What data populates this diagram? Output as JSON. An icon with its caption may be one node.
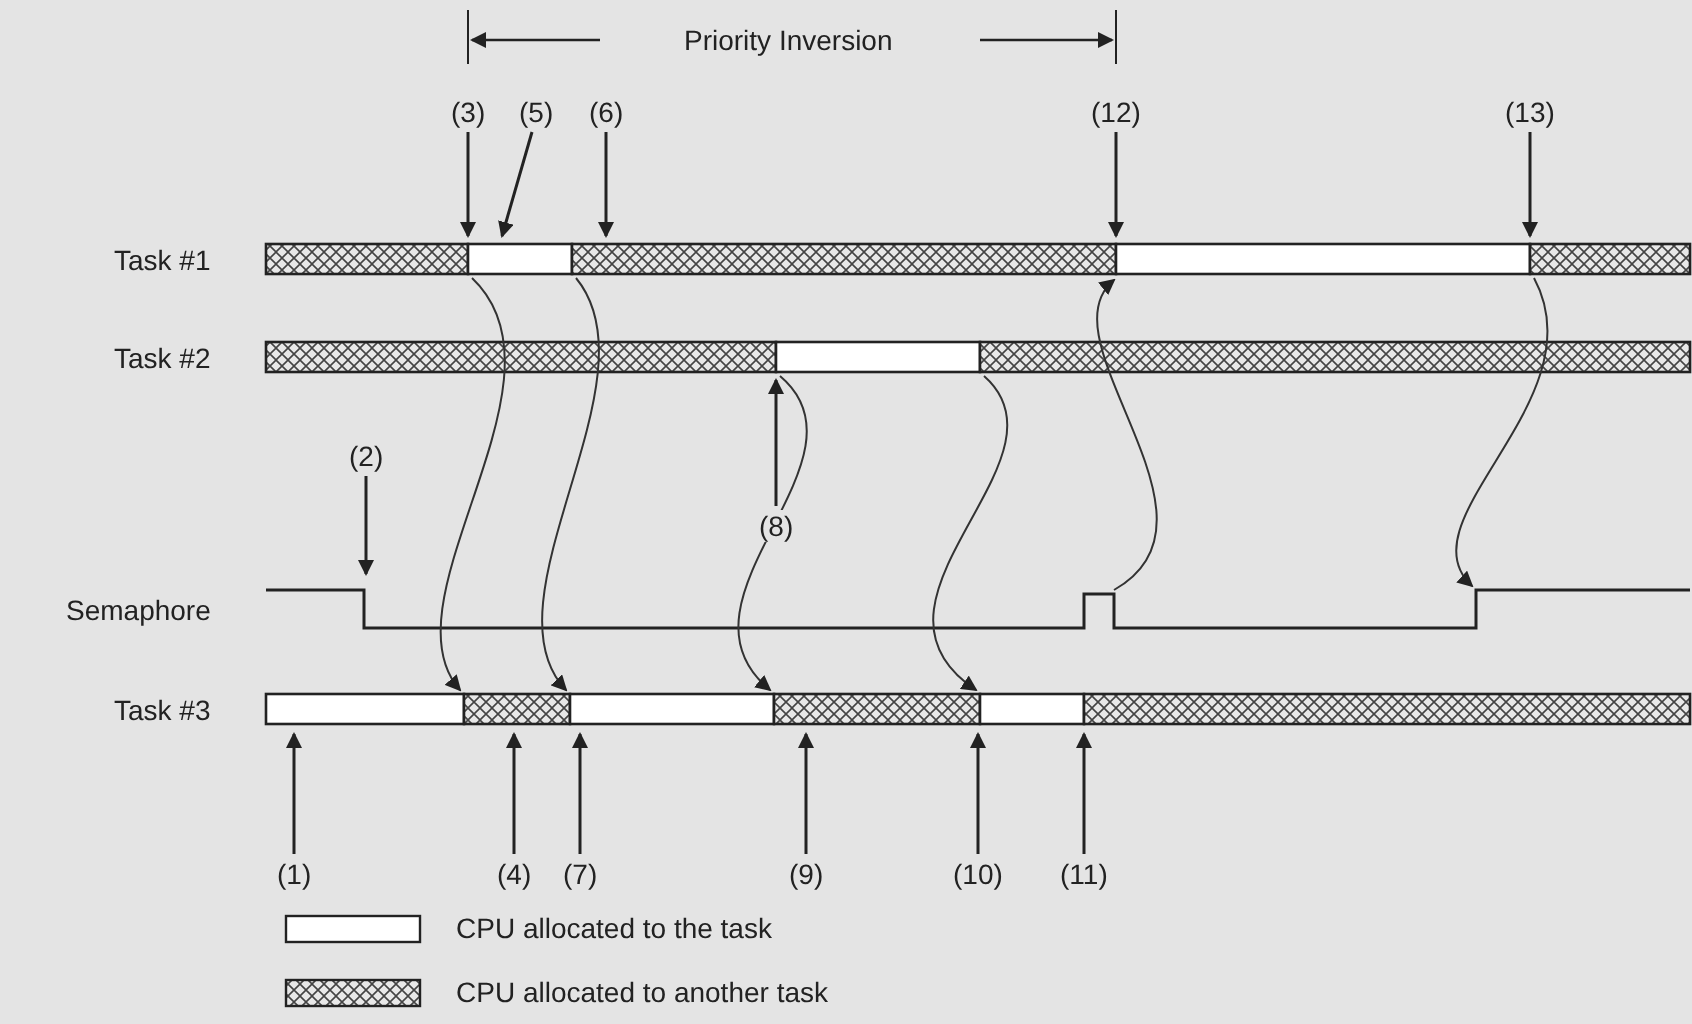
{
  "diagram": {
    "nodes": [
      {
        "text": [
          "(3)"
        ]
      },
      {
        "text": [
          "(5)"
        ]
      },
      {
        "text": [
          "(6)"
        ]
      },
      {
        "text": [
          "(12)"
        ]
      },
      {
        "text": [
          "(13)"
        ]
      },
      {
        "text": [
          "(2)"
        ]
      },
      {
        "text": [
          "(8)"
        ]
      },
      {
        "text": [
          "(1)"
        ]
      },
      {
        "text": [
          "(4)"
        ]
      },
      {
        "text": [
          "(7)"
        ]
      },
      {
        "text": [
          "(9)"
        ]
      },
      {
        "text": [
          "(10)"
        ]
      },
      {
        "text": [
          "(11)"
        ]
      }
    ],
    "edges": [
      {
        "from": 0,
        "to": null,
        "arrow": "to"
      },
      {
        "from": 1,
        "to": null,
        "arrow": "to"
      },
      {
        "from": 2,
        "to": null,
        "arrow": "to"
      },
      {
        "from": 3,
        "to": null,
        "arrow": "to"
      },
      {
        "from": 4,
        "to": null,
        "arrow": "to"
      },
      {
        "from": 5,
        "to": null,
        "arrow": "to"
      },
      {
        "from": 6,
        "to": null,
        "arrow": "to"
      },
      {
        "from": 7,
        "to": null,
        "arrow": "to"
      },
      {
        "from": 8,
        "to": null,
        "arrow": "to"
      },
      {
        "from": 9,
        "to": null,
        "arrow": "to"
      },
      {
        "from": 10,
        "to": null,
        "arrow": "to"
      },
      {
        "from": 11,
        "to": null,
        "arrow": "to"
      },
      {
        "from": 12,
        "to": null,
        "arrow": "to"
      }
    ],
    "labels": [
      "Priority Inversion",
      "Task #1",
      "Task #2",
      "Semaphore",
      "Task #3"
    ],
    "legend": [
      {
        "text": "CPU allocated to the task"
      },
      {
        "text": "CPU allocated to another task"
      }
    ]
  }
}
